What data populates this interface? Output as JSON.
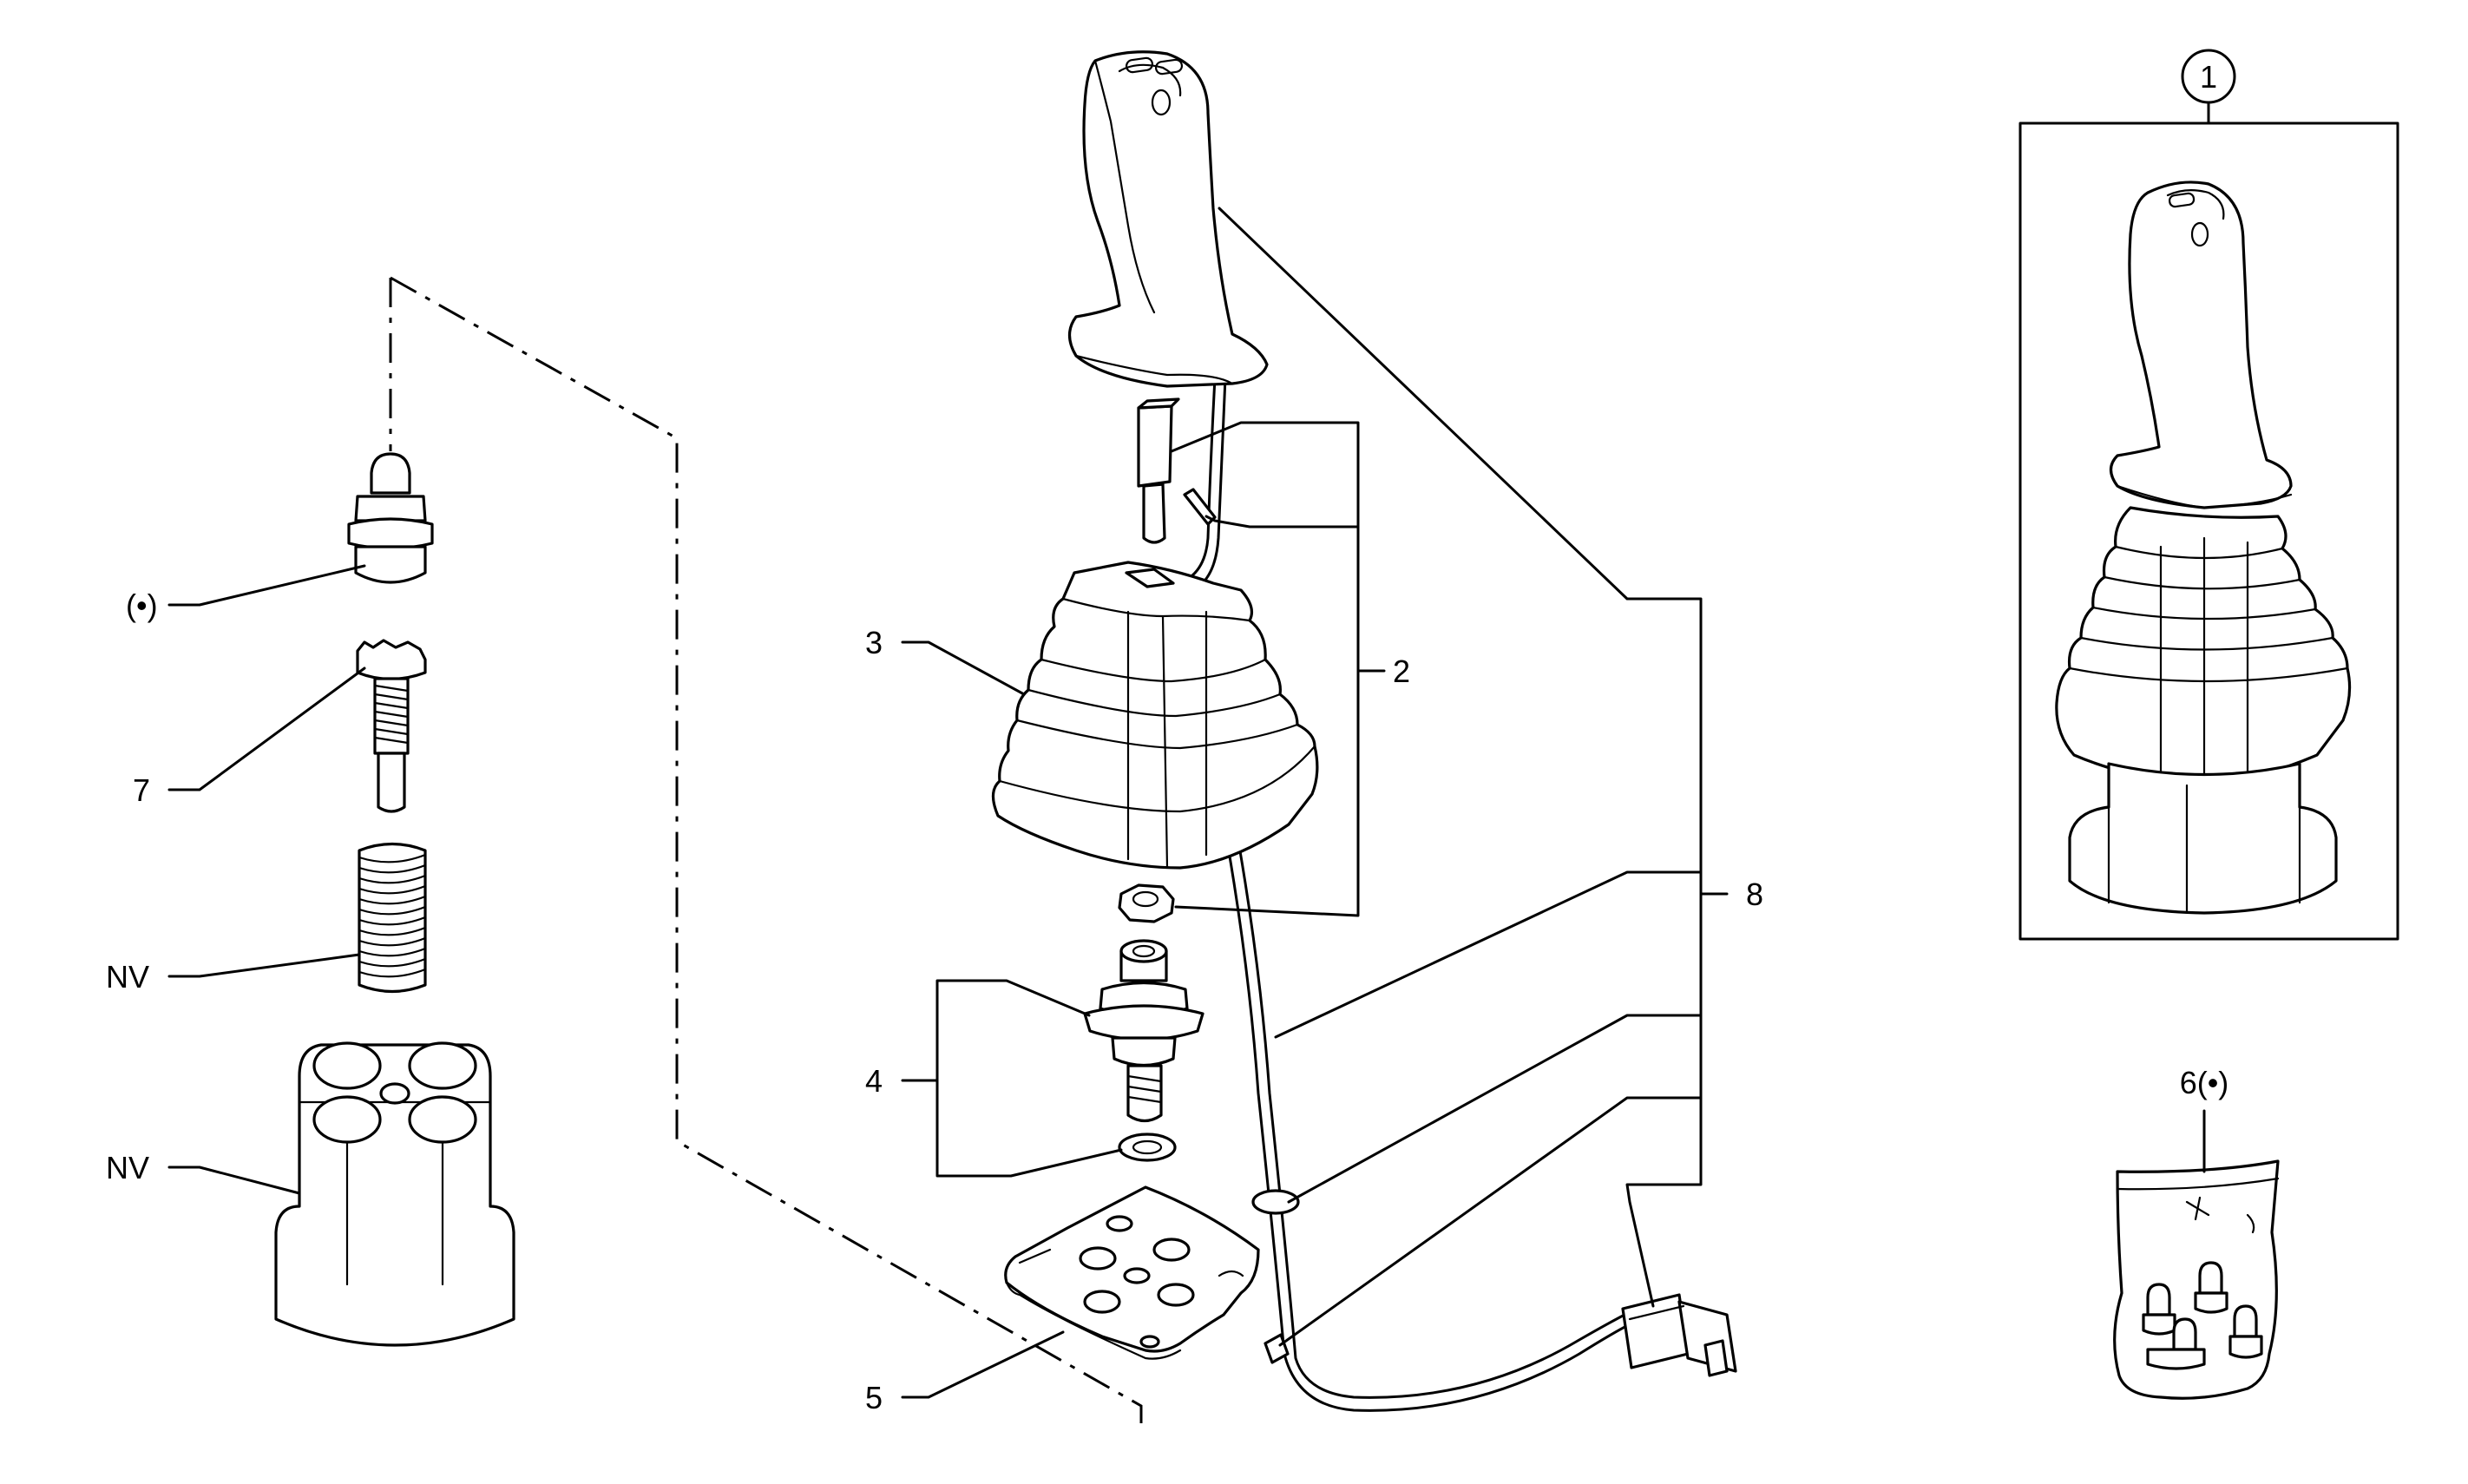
{
  "labels": {
    "item_1": "1",
    "item_2": "2",
    "item_3": "3",
    "item_4": "4",
    "item_5": "5",
    "item_6": "6(•)",
    "item_7": "7",
    "item_8": "8",
    "item_dot": "(•)",
    "item_nv_spring": "NV",
    "item_nv_body": "NV"
  }
}
